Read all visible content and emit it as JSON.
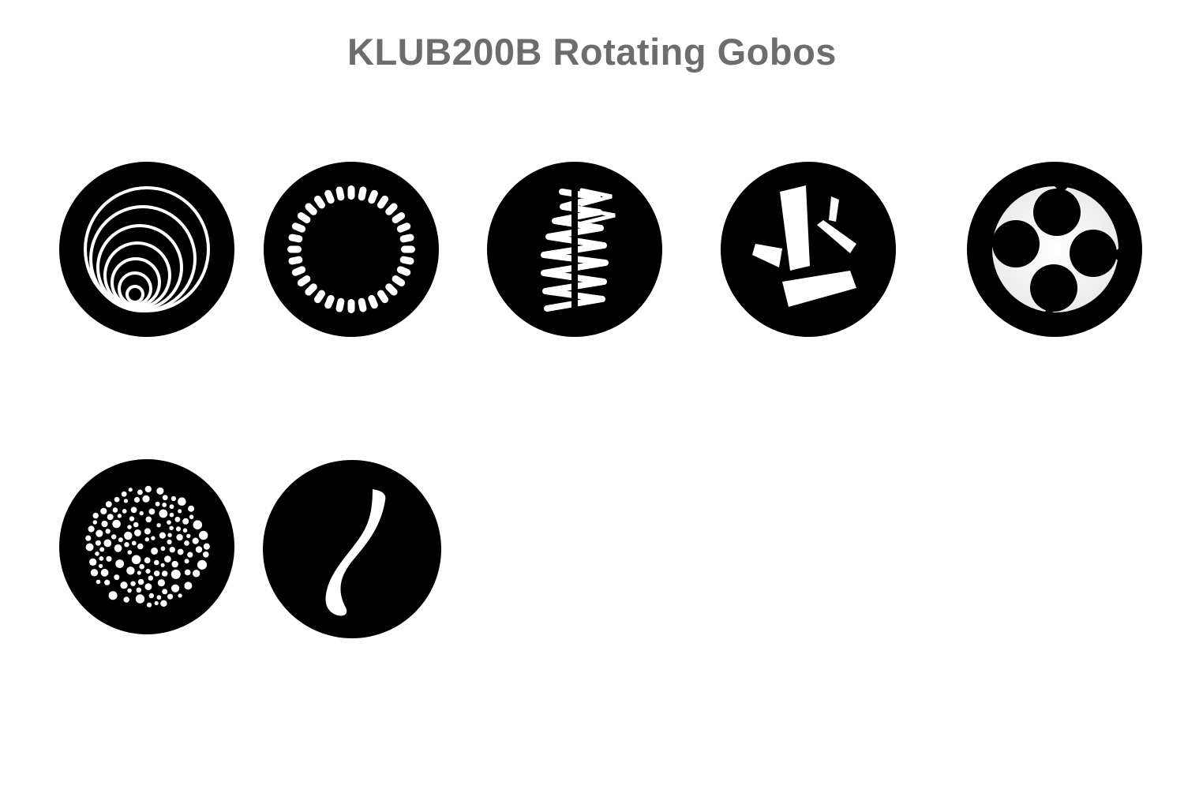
{
  "page": {
    "title": "KLUB200B Rotating Gobos"
  },
  "colors": {
    "background": "#ffffff",
    "title": "#6d6d6d",
    "gobo_disc": "#000000",
    "gobo_cutout": "#ffffff"
  },
  "gobos": [
    {
      "pattern": "concentric-rings"
    },
    {
      "pattern": "dash-ring"
    },
    {
      "pattern": "zigzag-columns"
    },
    {
      "pattern": "shard-fragments"
    },
    {
      "pattern": "four-lobe-cross"
    },
    {
      "pattern": "dot-cluster"
    },
    {
      "pattern": "s-curve"
    }
  ]
}
